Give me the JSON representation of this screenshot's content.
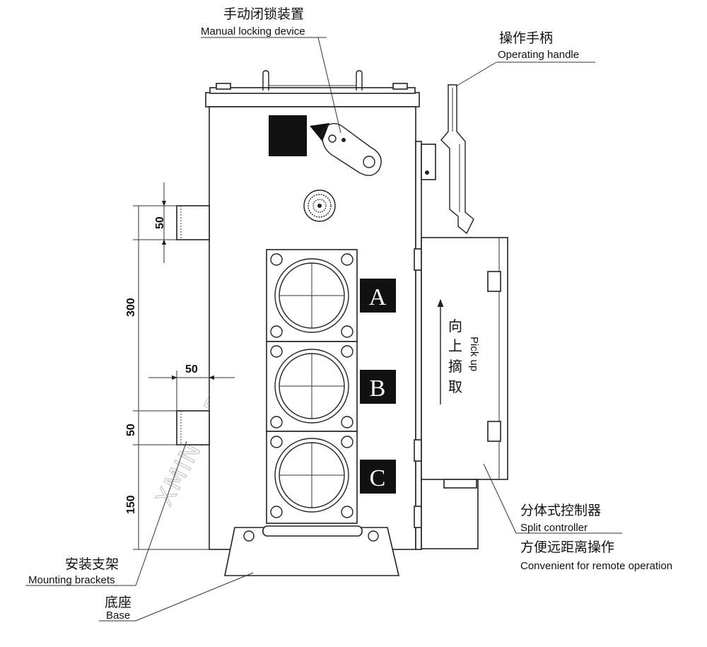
{
  "labels": {
    "manual_lock_cn": "手动闭锁装置",
    "manual_lock_en": "Manual locking device",
    "handle_cn": "操作手柄",
    "handle_en": "Operating handle",
    "split_cn": "分体式控制器",
    "split_en": "Split controller",
    "remote_cn": "方便远距离操作",
    "remote_en": "Convenient for remote operation",
    "brackets_cn": "安装支架",
    "brackets_en": "Mounting brackets",
    "base_cn": "底座",
    "base_en": "Base"
  },
  "markers": {
    "a": "A",
    "b": "B",
    "c": "C"
  },
  "pickup": {
    "cn_1": "向",
    "cn_2": "上",
    "cn_3": "摘",
    "cn_4": "取",
    "en": "Pick up"
  },
  "dimensions": {
    "d50_top": "50",
    "d300": "300",
    "d50_horizontal": "50",
    "d50_bottom": "50",
    "d150": "150"
  },
  "watermark": "XMINSUETO.COM"
}
